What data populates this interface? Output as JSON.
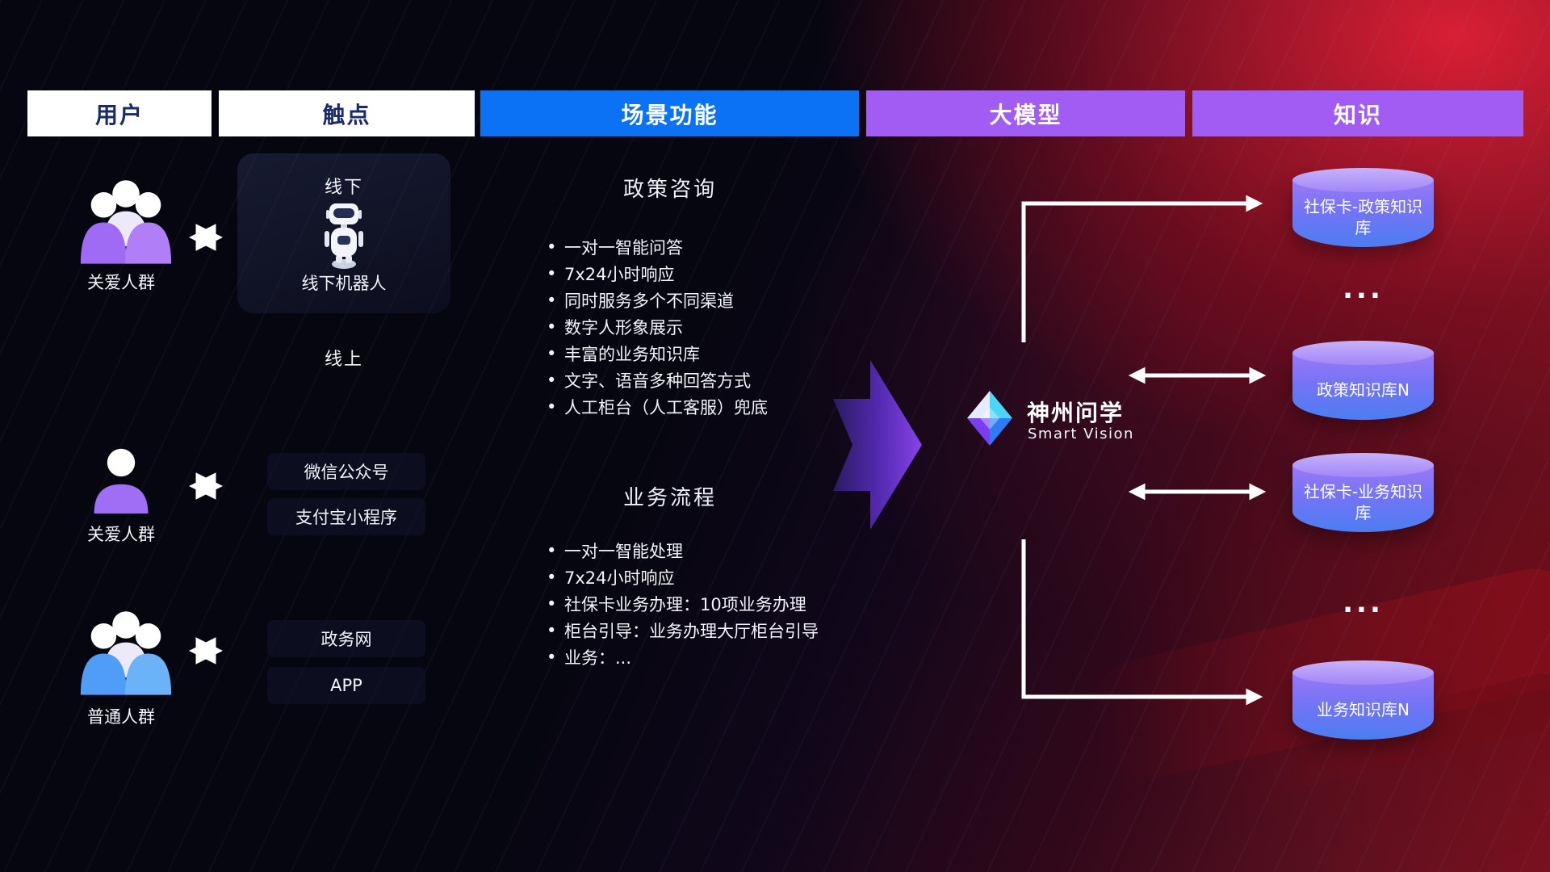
{
  "header": {
    "columns": [
      {
        "label": "用户"
      },
      {
        "label": "触点"
      },
      {
        "label": "场景功能"
      },
      {
        "label": "大模型"
      },
      {
        "label": "知识"
      }
    ]
  },
  "users": [
    {
      "label": "关爱人群"
    },
    {
      "label": "关爱人群"
    },
    {
      "label": "普通人群"
    }
  ],
  "touchpoints": {
    "offline_title": "线下",
    "offline_robot_label": "线下机器人",
    "online_title": "线上",
    "channels": [
      "微信公众号",
      "支付宝小程序",
      "政务网",
      "APP"
    ]
  },
  "scenarios": [
    {
      "title": "政策咨询",
      "items": [
        "一对一智能问答",
        "7x24小时响应",
        "同时服务多个不同渠道",
        "数字人形象展示",
        "丰富的业务知识库",
        "文字、语音多种回答方式",
        "人工柜台（人工客服）兜底"
      ]
    },
    {
      "title": "业务流程",
      "items": [
        "一对一智能处理",
        "7x24小时响应",
        "社保卡业务办理：10项业务办理",
        "柜台引导：业务办理大厅柜台引导",
        "业务：..."
      ]
    }
  ],
  "model": {
    "name": "神州问学",
    "subtitle": "Smart Vision"
  },
  "knowledge": {
    "databases": [
      {
        "label": "社保卡-政策知识库"
      },
      {
        "label": "政策知识库N"
      },
      {
        "label": "社保卡-业务知识库"
      },
      {
        "label": "业务知识库N"
      }
    ],
    "ellipsis": "..."
  },
  "icons": {
    "group_icon": "svg-people-group",
    "person_icon": "svg-person",
    "robot_icon": "svg-robot",
    "double_arrow_icon": "svg-left-right-arrow",
    "diamond_logo_icon": "svg-diamond-gem",
    "database_icon": "css-cylinder",
    "flow_arrow_icon": "svg-block-arrow"
  },
  "colors": {
    "header_blue": "#0b72f5",
    "header_purple": "#a05cf3",
    "header_text_navy": "#1b2a6b",
    "cylinder_top_purple": "#b9a0f8",
    "cylinder_bottom_blue": "#4b7df2",
    "arrow_white": "#ffffff",
    "background_navy": "#05060f",
    "background_red": "#a11226",
    "user_purple": "#9f6bf5",
    "user_blue": "#4f9df6"
  }
}
